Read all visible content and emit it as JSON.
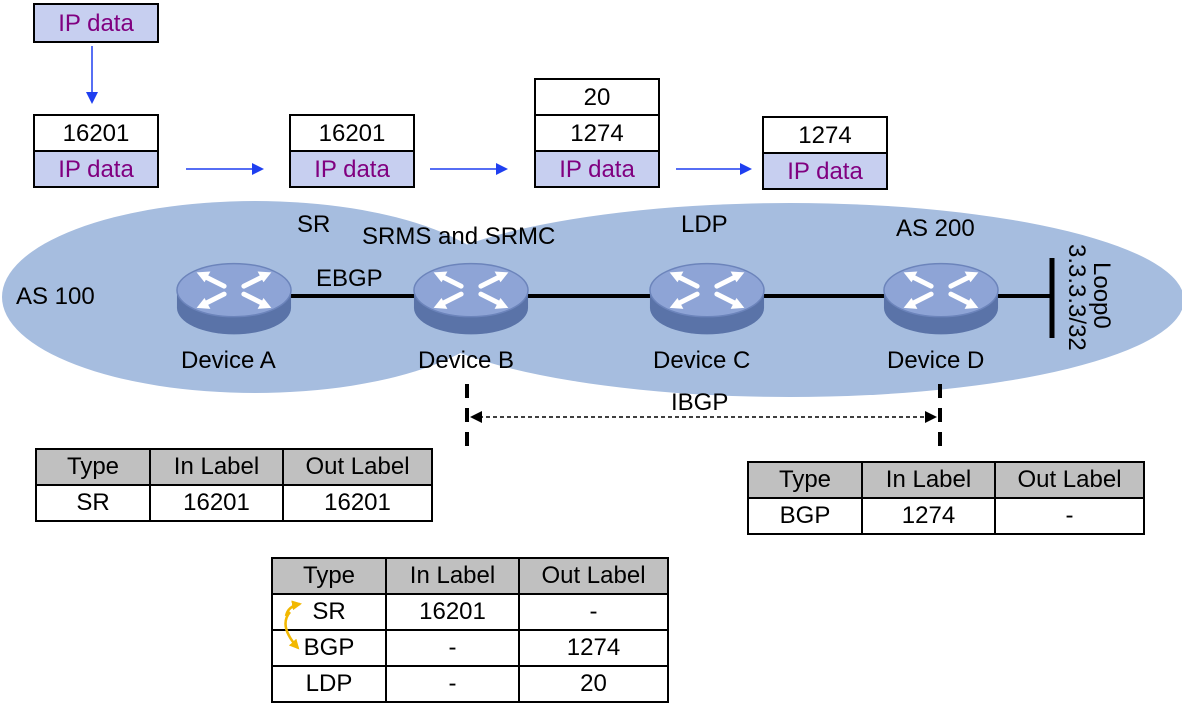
{
  "packets": {
    "source": "IP data",
    "p1": [
      "16201",
      "IP data"
    ],
    "p2": [
      "16201",
      "IP data"
    ],
    "p3": [
      "20",
      "1274",
      "IP data"
    ],
    "p4": [
      "1274",
      "IP data"
    ]
  },
  "labels": {
    "sr": "SR",
    "srms": "SRMS and SRMC",
    "ldp": "LDP",
    "as200": "AS 200",
    "as100": "AS 100",
    "ebgp": "EBGP",
    "ibgp": "IBGP",
    "loop0": "Loop0",
    "loop0_ip": "3.3.3.3/32"
  },
  "devices": [
    "Device A",
    "Device B",
    "Device C",
    "Device D"
  ],
  "tables": {
    "left": {
      "headers": [
        "Type",
        "In Label",
        "Out Label"
      ],
      "rows": [
        [
          "SR",
          "16201",
          "16201"
        ]
      ]
    },
    "right": {
      "headers": [
        "Type",
        "In Label",
        "Out Label"
      ],
      "rows": [
        [
          "BGP",
          "1274",
          "-"
        ]
      ]
    },
    "bottom": {
      "headers": [
        "Type",
        "In Label",
        "Out Label"
      ],
      "rows": [
        [
          "SR",
          "16201",
          "-"
        ],
        [
          "BGP",
          "-",
          "1274"
        ],
        [
          "LDP",
          "-",
          "20"
        ]
      ]
    }
  },
  "colors": {
    "cloud": "#a6bddf",
    "packet_ip_fill": "#c7cff0",
    "arrow": "#1f3ff0",
    "swap_arrow": "#f2b800",
    "header_fill": "#c0c0c0"
  },
  "icons": [
    "router-icon"
  ]
}
